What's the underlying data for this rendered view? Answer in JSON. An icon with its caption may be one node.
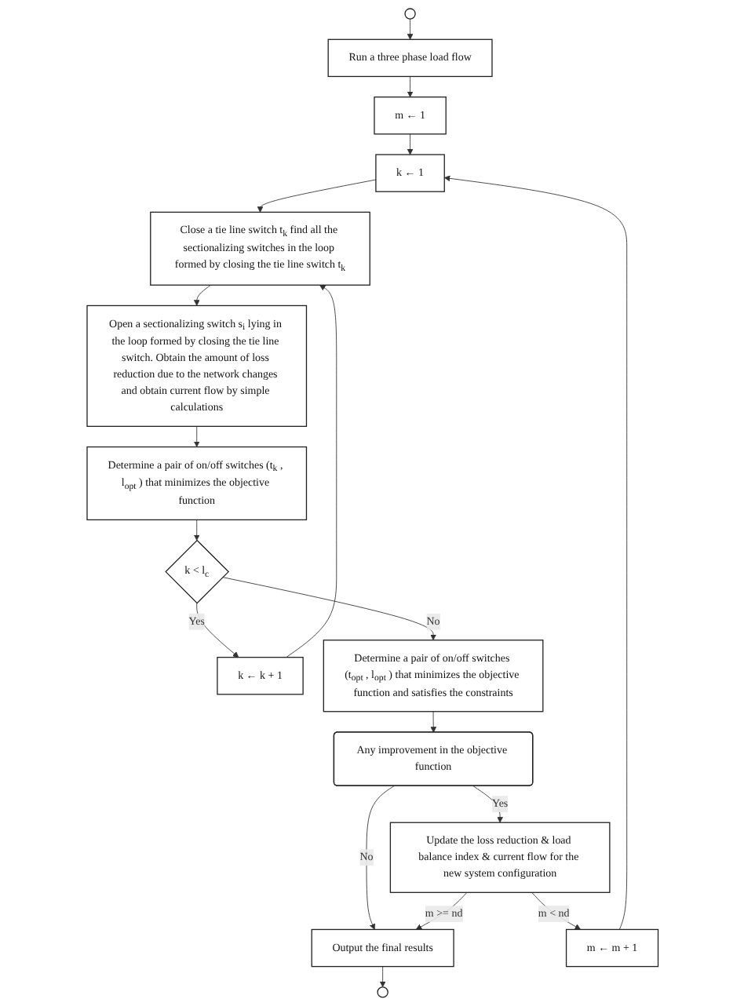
{
  "diagram": {
    "nodes": [
      {
        "text": [],
        "shape": "circle"
      },
      {
        "text": [
          "Run a three phase load flow"
        ]
      },
      {
        "text": [
          "m ← 1"
        ]
      },
      {
        "text": [
          "k ← 1"
        ]
      },
      {
        "text": [
          "Close a tie line switch t$_{k}$ find all the sectionalizing switches in the loop formed by closing the tie line switch t$_{k}$"
        ]
      },
      {
        "text": [
          "Open a sectionalizing switch s$_{i}$ lying in the loop formed by closing the tie line switch. Obtain the amount of loss reduction due to the network changes and obtain current flow by simple calculations"
        ]
      },
      {
        "text": [
          "Determine a pair of on/off switches (t$_{k}$ , l$_{opt}$ ) that minimizes the objective function"
        ]
      },
      {
        "text": [
          "k < l$_{c}$"
        ]
      },
      {
        "text": [
          "k ← k + 1"
        ]
      },
      {
        "text": [
          "Determine a pair of on/off switches (t$_{opt}$ , l$_{opt}$ ) that minimizes the objective function and satisfies the constraints"
        ]
      },
      {
        "text": [
          "Any improvement in the objective function"
        ]
      },
      {
        "text": [
          "Output the final results"
        ]
      },
      {
        "text": [
          "Update the loss reduction & load balance index & current flow for the new system configuration"
        ]
      },
      {
        "text": [
          "m ← m + 1"
        ]
      },
      {
        "text": [],
        "shape": "circle"
      }
    ],
    "edges": [
      {
        "from": 0,
        "to": 1,
        "arrow": "to"
      },
      {
        "from": 1,
        "to": 2,
        "arrow": "to"
      },
      {
        "from": 2,
        "to": 3,
        "arrow": "to"
      },
      {
        "from": 3,
        "to": 4,
        "arrow": "to"
      },
      {
        "from": 4,
        "to": 5,
        "arrow": "to"
      },
      {
        "from": 5,
        "to": 6,
        "arrow": "to"
      },
      {
        "from": 6,
        "to": 7,
        "arrow": "to"
      },
      {
        "from": 7,
        "to": 8,
        "arrow": "to",
        "label": "Yes"
      },
      {
        "from": 8,
        "to": 4,
        "arrow": "to"
      },
      {
        "from": 7,
        "to": 9,
        "arrow": "to",
        "label": "No"
      },
      {
        "from": 9,
        "to": 10,
        "arrow": "to"
      },
      {
        "from": 10,
        "to": 11,
        "arrow": "to",
        "label": "No"
      },
      {
        "from": 10,
        "to": 12,
        "arrow": "to",
        "label": "Yes"
      },
      {
        "from": 12,
        "to": 11,
        "arrow": "to",
        "label": "m >= nd"
      },
      {
        "from": 12,
        "to": 13,
        "arrow": "to",
        "label": "m < nd"
      },
      {
        "from": 13,
        "to": 3,
        "arrow": "to"
      },
      {
        "from": 11,
        "to": 14,
        "arrow": "to"
      }
    ]
  }
}
